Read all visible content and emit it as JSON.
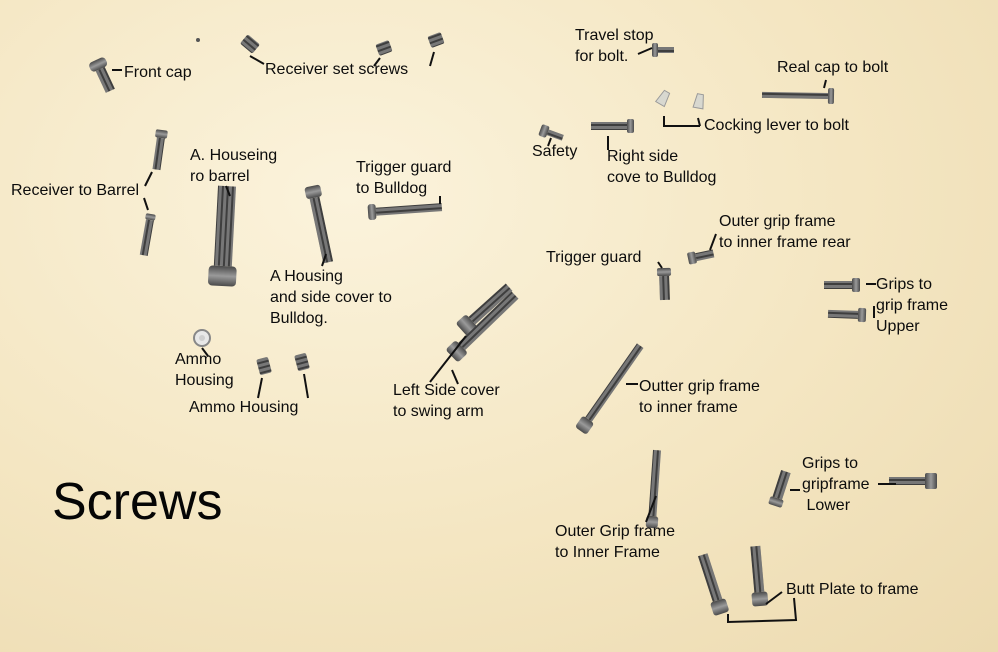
{
  "title": "Screws",
  "labels": {
    "front_cap": "Front cap",
    "receiver_set_screws": "Receiver set screws",
    "travel_stop": "Travel stop\nfor bolt.",
    "real_cap": "Real cap to bolt",
    "cocking_lever": "Cocking lever to bolt",
    "safety": "Safety",
    "right_side_cove": "Right side\ncove to Bulldog",
    "receiver_to_barrel": "Receiver to Barrel",
    "a_houseing": "A. Houseing\nro barrel",
    "trigger_guard_bulldog": "Trigger guard\nto Bulldog",
    "outer_grip_rear": "Outer grip frame\nto inner frame rear",
    "trigger_guard": "Trigger guard",
    "grips_upper": "Grips to\ngrip frame\nUpper",
    "a_housing_side": "A Housing\nand side cover to\nBulldog.",
    "ammo_housing_1": "Ammo\nHousing",
    "ammo_housing_2": "Ammo Housing",
    "left_side_cover": "Left Side cover\nto swing arm",
    "outter_grip": "Outter grip frame\nto inner frame",
    "grips_lower": "Grips to\ngripframe\n Lower",
    "outer_grip_inner": "Outer Grip frame\nto Inner Frame",
    "butt_plate": "Butt Plate to frame"
  },
  "colors": {
    "background": "#f4e6c2",
    "text": "#0c0c0c",
    "screw_metal": "#6f6f6f",
    "screw_dark": "#3e3e3e"
  }
}
